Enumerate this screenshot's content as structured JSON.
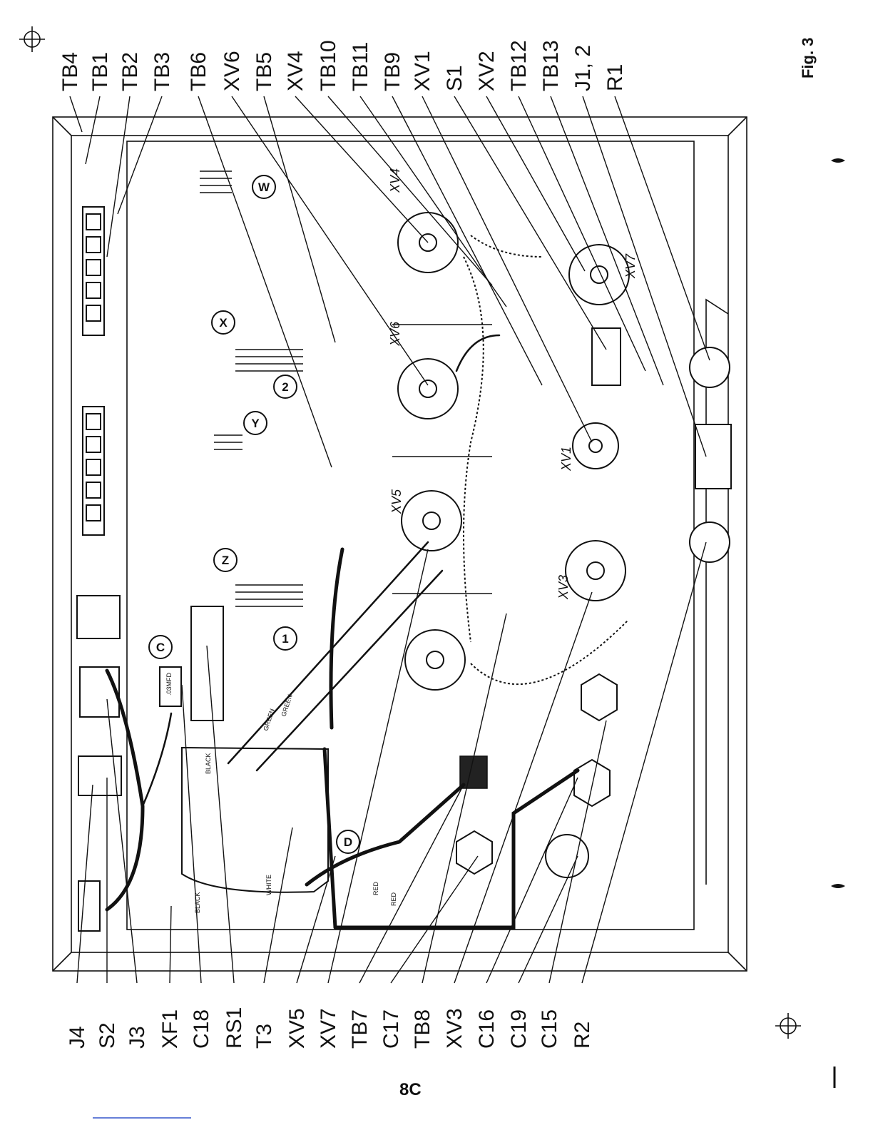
{
  "figure_label": "Fig. 3",
  "page_number": "8C",
  "top_labels": [
    "TB4",
    "TB1",
    "TB2",
    "TB3",
    "TB6",
    "XV6",
    "TB5",
    "XV4",
    "TB10",
    "TB11",
    "TB9",
    "XV1",
    "S1",
    "XV2",
    "TB12",
    "TB13",
    "J1, 2",
    "R1"
  ],
  "bottom_labels": [
    "J4",
    "S2",
    "J3",
    "XF1",
    "C18",
    "RS1",
    "T3",
    "XV5",
    "XV7",
    "TB7",
    "C17",
    "TB8",
    "XV3",
    "C16",
    "C19",
    "C15",
    "R2"
  ],
  "circle_markers": [
    "W",
    "X",
    "Y",
    "Z",
    "C",
    "D",
    "1",
    "2"
  ],
  "tube_socket_labels": [
    "XV4",
    "XV6",
    "XV5",
    "XV1",
    "XV3",
    "XV7"
  ],
  "wire_color_labels": [
    "GREEN",
    "GREEN",
    "BLACK",
    "WHITE",
    "RED",
    "RED",
    "BLACK"
  ],
  "component_text": ".03MFD"
}
